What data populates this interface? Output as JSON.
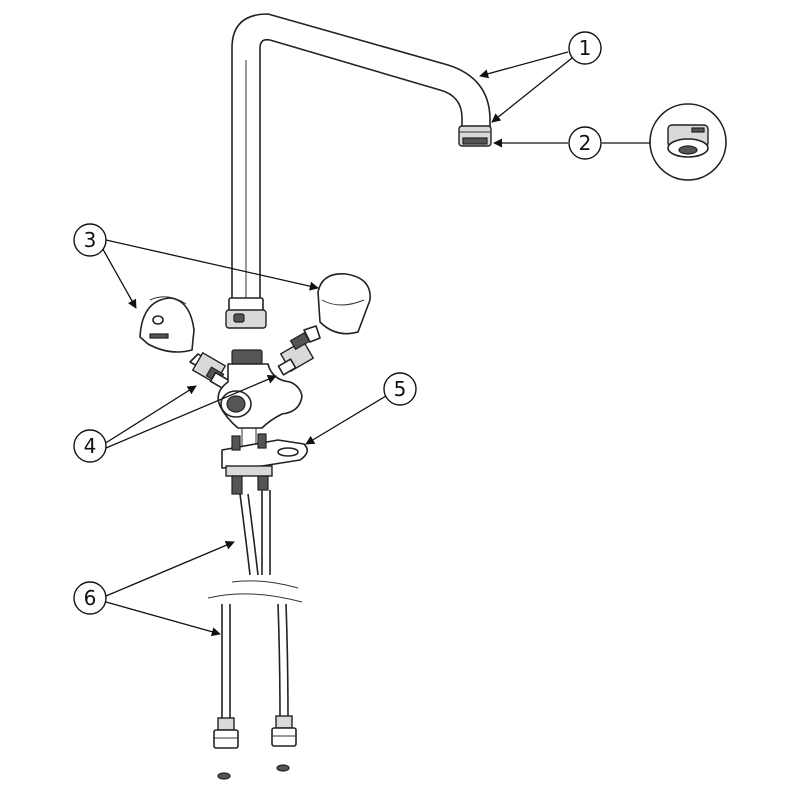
{
  "callouts": [
    {
      "id": "1",
      "label": "1"
    },
    {
      "id": "2",
      "label": "2"
    },
    {
      "id": "3",
      "label": "3"
    },
    {
      "id": "4",
      "label": "4"
    },
    {
      "id": "5",
      "label": "5"
    },
    {
      "id": "6",
      "label": "6"
    }
  ],
  "colors": {
    "line": "#222222",
    "shade": "#d9d9d9",
    "background": "#ffffff"
  }
}
